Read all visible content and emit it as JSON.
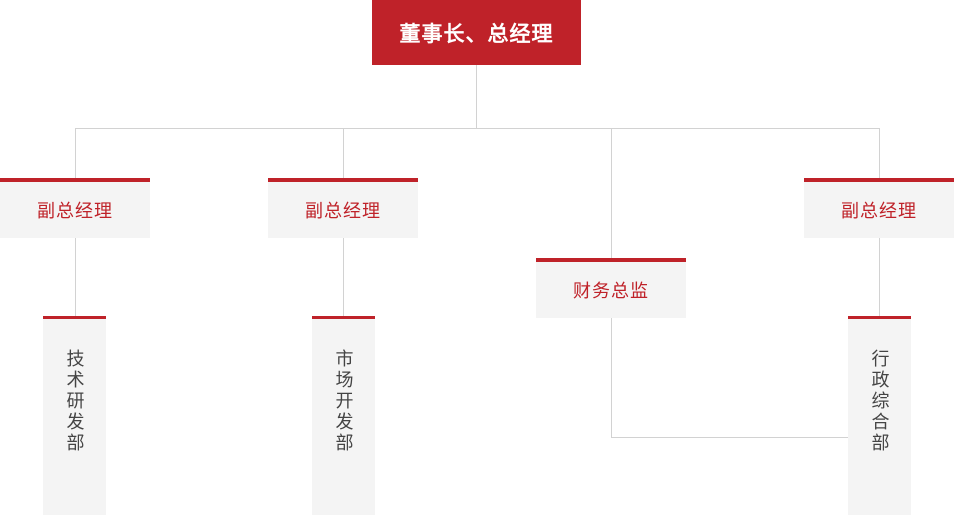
{
  "chart": {
    "title_text": "董事长、总经理",
    "colors": {
      "accent_red": "#bf2229",
      "panel_bg": "#f4f4f4",
      "line_gray": "#d2d2d2",
      "dept_text": "#444444",
      "root_text": "#ffffff"
    },
    "root": {
      "label": "董事长、总经理"
    },
    "managers": [
      {
        "label": "副总经理"
      },
      {
        "label": "副总经理"
      },
      {
        "label": "财务总监"
      },
      {
        "label": "副总经理"
      }
    ],
    "departments": [
      {
        "label": "技术研发部"
      },
      {
        "label": "市场开发部"
      },
      {
        "label": "行政综合部"
      }
    ]
  }
}
